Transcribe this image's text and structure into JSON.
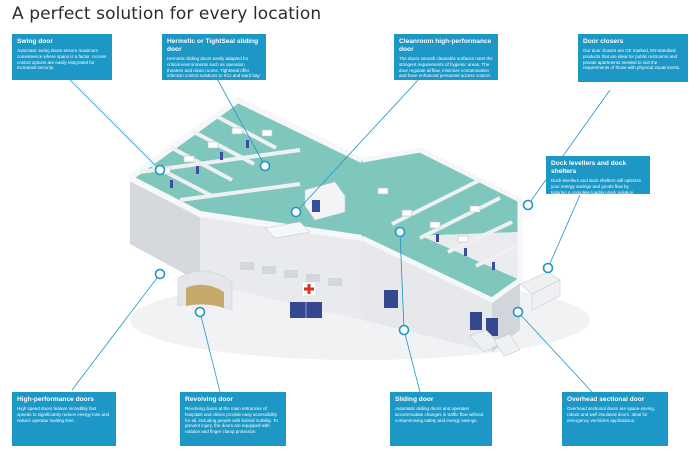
{
  "page_title": "A perfect solution for every location",
  "colors": {
    "callout_bg": "#1c97c6",
    "connector": "#1c97c6",
    "floor": "#7fc7bd",
    "wall": "#e7e9ec"
  },
  "callouts": [
    {
      "id": "swing",
      "title": "Swing door",
      "text": "Automatic swing doors ensure maximum convenience where space is a factor. Access control options are easily integrated for increased security."
    },
    {
      "id": "hermetic",
      "title": "Hermetic or TightSeal sliding door",
      "text": "Hermetic sliding doors easily adapted for critical environments such as operation theatres and clean rooms. TightSeal offer infection control solutions to ICU and ward bay areas."
    },
    {
      "id": "cleanroom",
      "title": "Cleanroom high-performance door",
      "text": "The doors smooth cleanable surfaces meet the stringent requirements of hygienic areas. The door regulate airflow, minimize contamination and have enhanced personnel access control."
    },
    {
      "id": "closers",
      "title": "Door closers",
      "text": "Our door closers are CE marked, EN-standard products that are ideal for public restrooms and private apartments needed to suit the requirements of those with physical impairments."
    },
    {
      "id": "dock",
      "title": "Dock levellers and dock shelters",
      "text": "Dock levellers and dock shelters will optimize your energy savings and goods flow by tailoring a complete loading dock solution."
    },
    {
      "id": "highperf",
      "title": "High-performance doors",
      "text": "High speed doors feature incredibly fast speeds to significantly reduce energy loss and reduce operator waiting time."
    },
    {
      "id": "revolving",
      "title": "Revolving door",
      "text": "Revolving doors at the main entrances of hospitals and clinics provide easy accessibility for all, including people with limited mobility. To prevent injury, the doors are equipped with rotation and finger clamp protection."
    },
    {
      "id": "sliding",
      "title": "Sliding door",
      "text": "Automatic sliding doors and operates accommodate changes in traffic flow without compromising safety and energy savings."
    },
    {
      "id": "overhead",
      "title": "Overhead sectional door",
      "text": "Overhead sectional doors are space-saving, robust and well insulated doors. Ideal for emergency vechicles applications."
    }
  ]
}
